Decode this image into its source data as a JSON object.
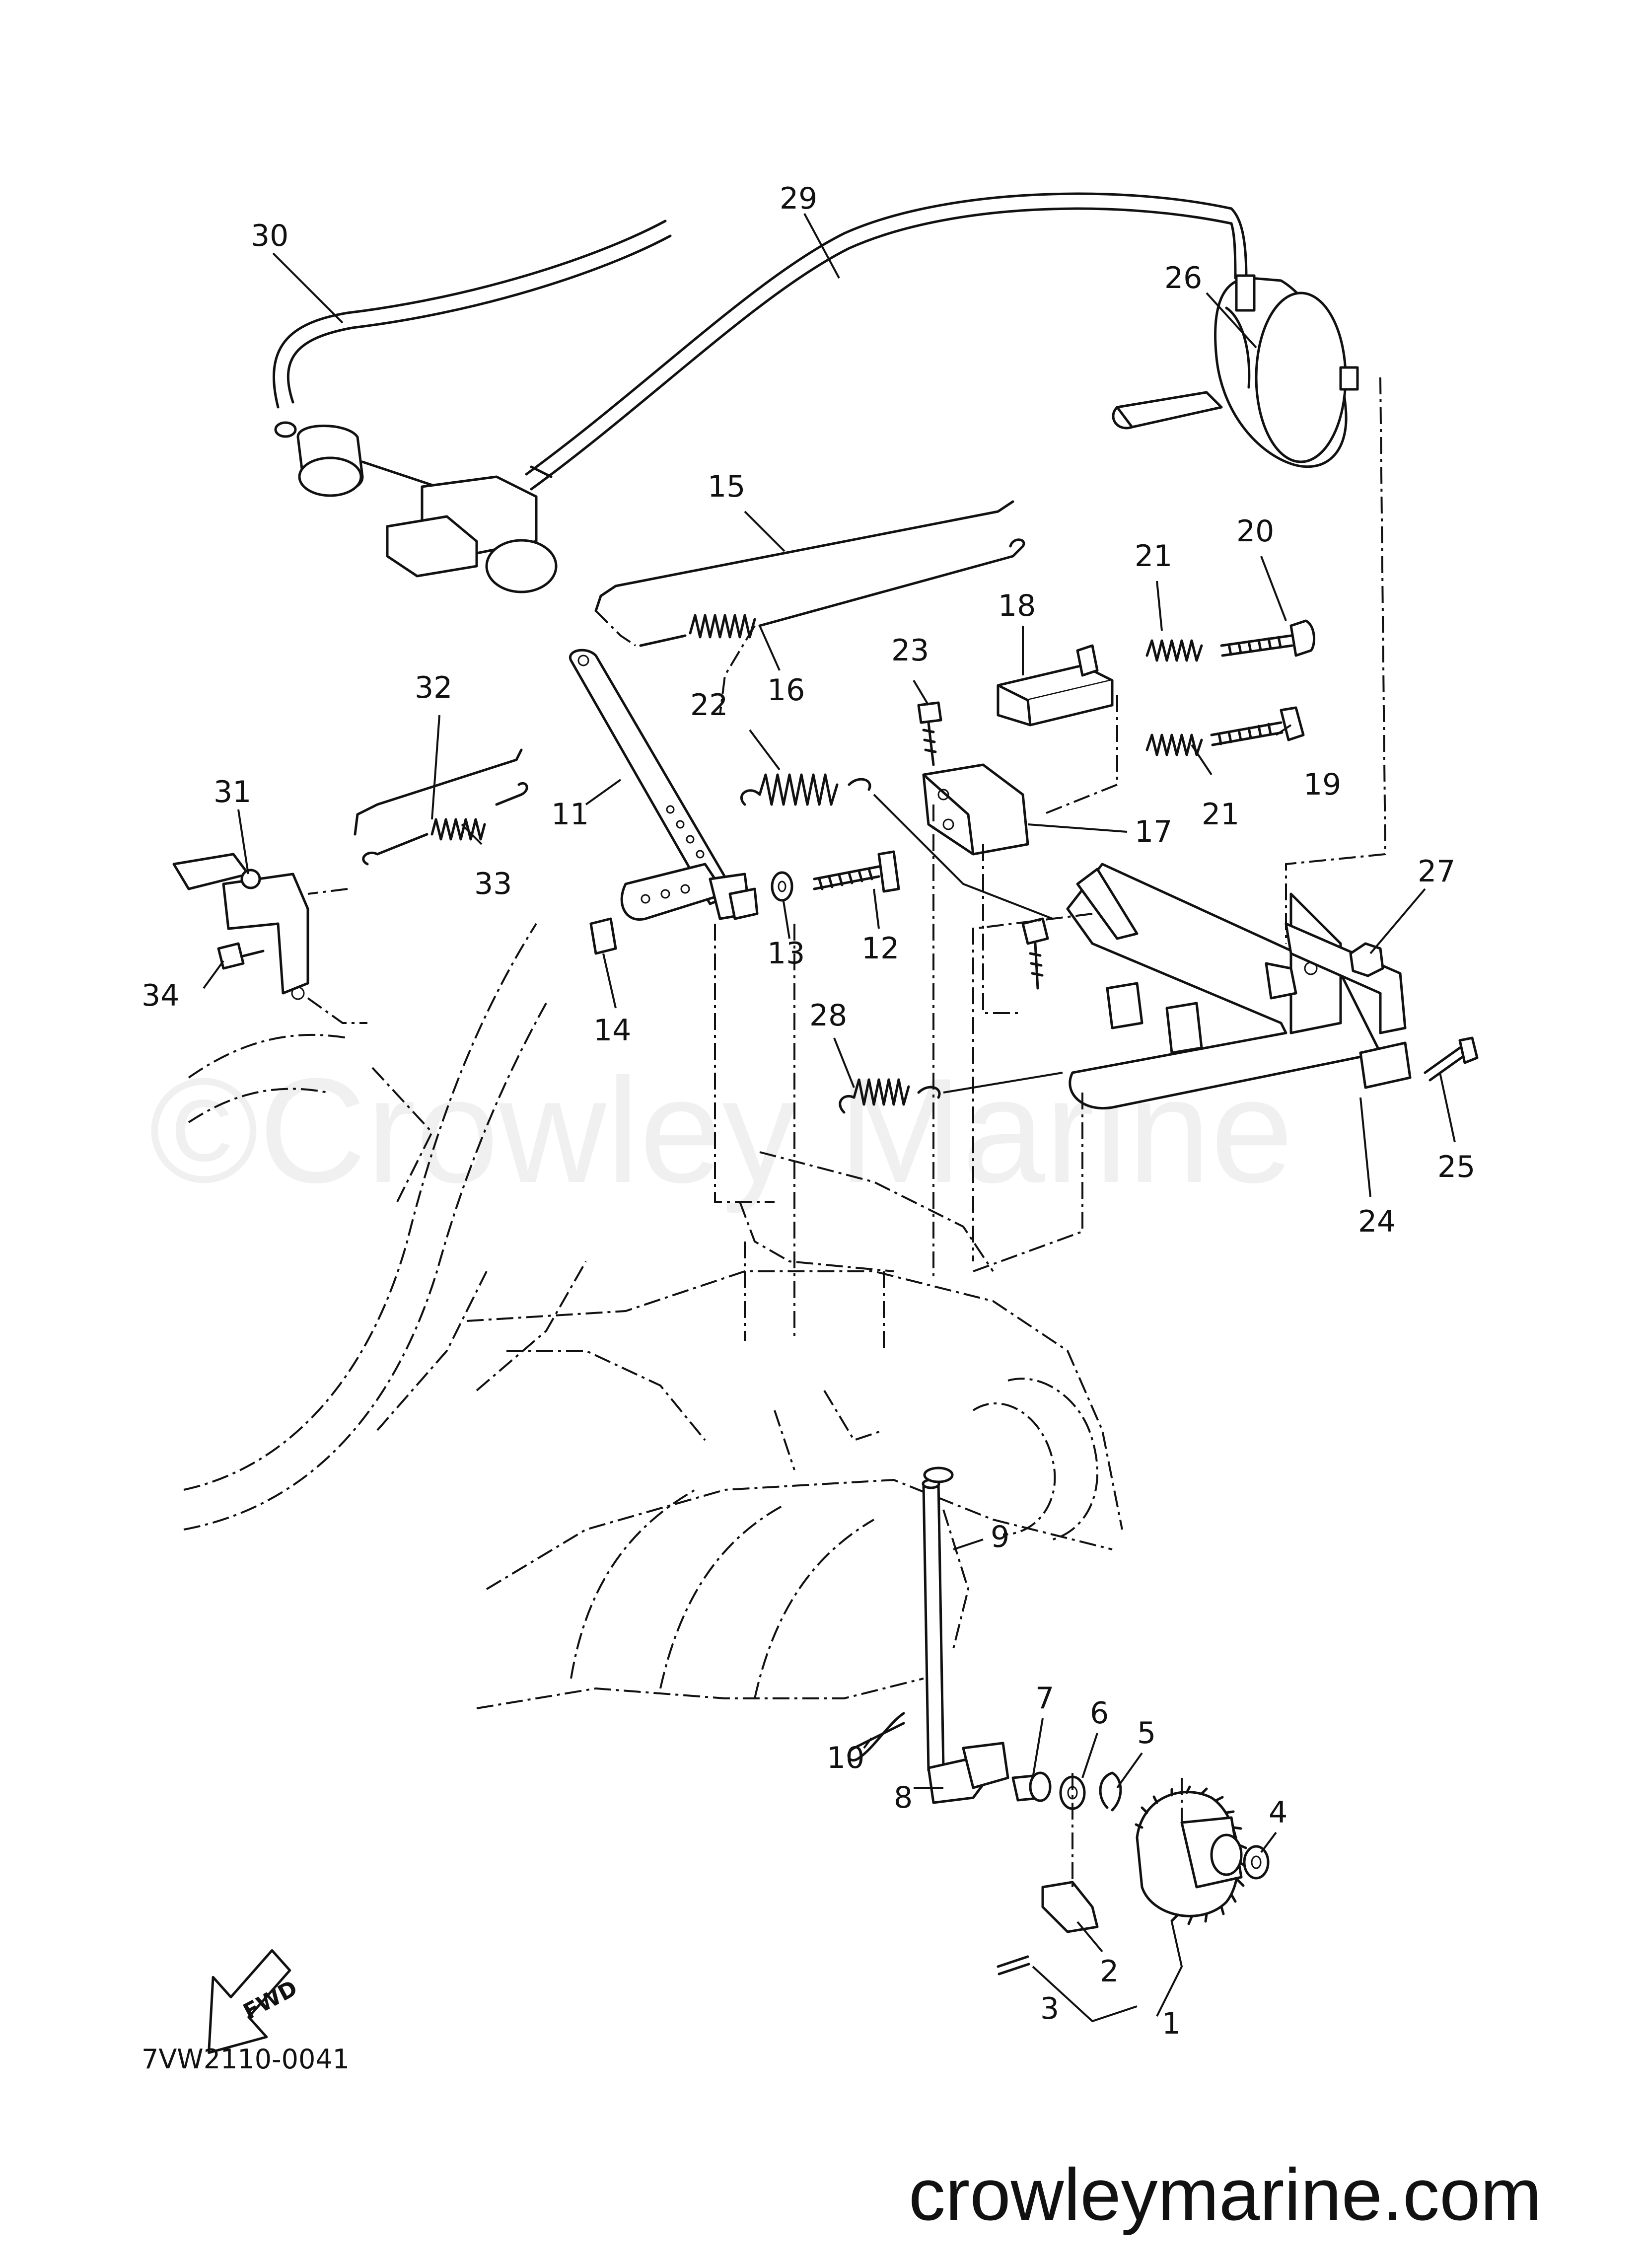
{
  "watermark": "©Crowley Marine",
  "diagram_code": "7VW2110-0041",
  "site": "crowleymarine.com",
  "fwd_label": "FWD",
  "callouts": [
    "1",
    "2",
    "3",
    "4",
    "5",
    "6",
    "7",
    "8",
    "9",
    "10",
    "11",
    "12",
    "13",
    "14",
    "15",
    "16",
    "17",
    "18",
    "19",
    "20",
    "21",
    "21",
    "22",
    "23",
    "24",
    "25",
    "26",
    "27",
    "28",
    "29",
    "30",
    "31",
    "32",
    "33",
    "34"
  ]
}
